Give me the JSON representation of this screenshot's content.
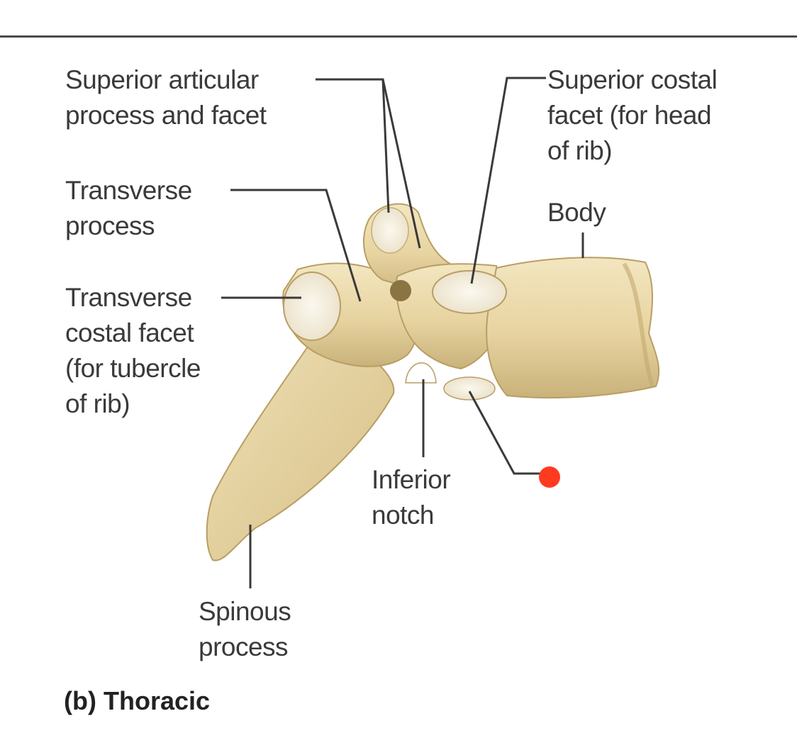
{
  "labels": {
    "superior_articular": [
      "Superior articular",
      "process and facet"
    ],
    "superior_costal": [
      "Superior costal",
      "facet (for head",
      "of rib)"
    ],
    "transverse_process": [
      "Transverse",
      "process"
    ],
    "body": [
      "Body"
    ],
    "transverse_costal": [
      "Transverse",
      "costal facet",
      "(for tubercle",
      "of rib)"
    ],
    "inferior_notch": [
      "Inferior",
      "notch"
    ],
    "spinous_process": [
      "Spinous",
      "process"
    ]
  },
  "caption": "(b) Thoracic",
  "colors": {
    "bone": "#ead8a8",
    "bone_shadow": "#c9b27a",
    "facet": "#f6f0e0",
    "leader": "#3a3a3a",
    "marker": "#ff3b1f",
    "text": "#3a3a3a"
  }
}
